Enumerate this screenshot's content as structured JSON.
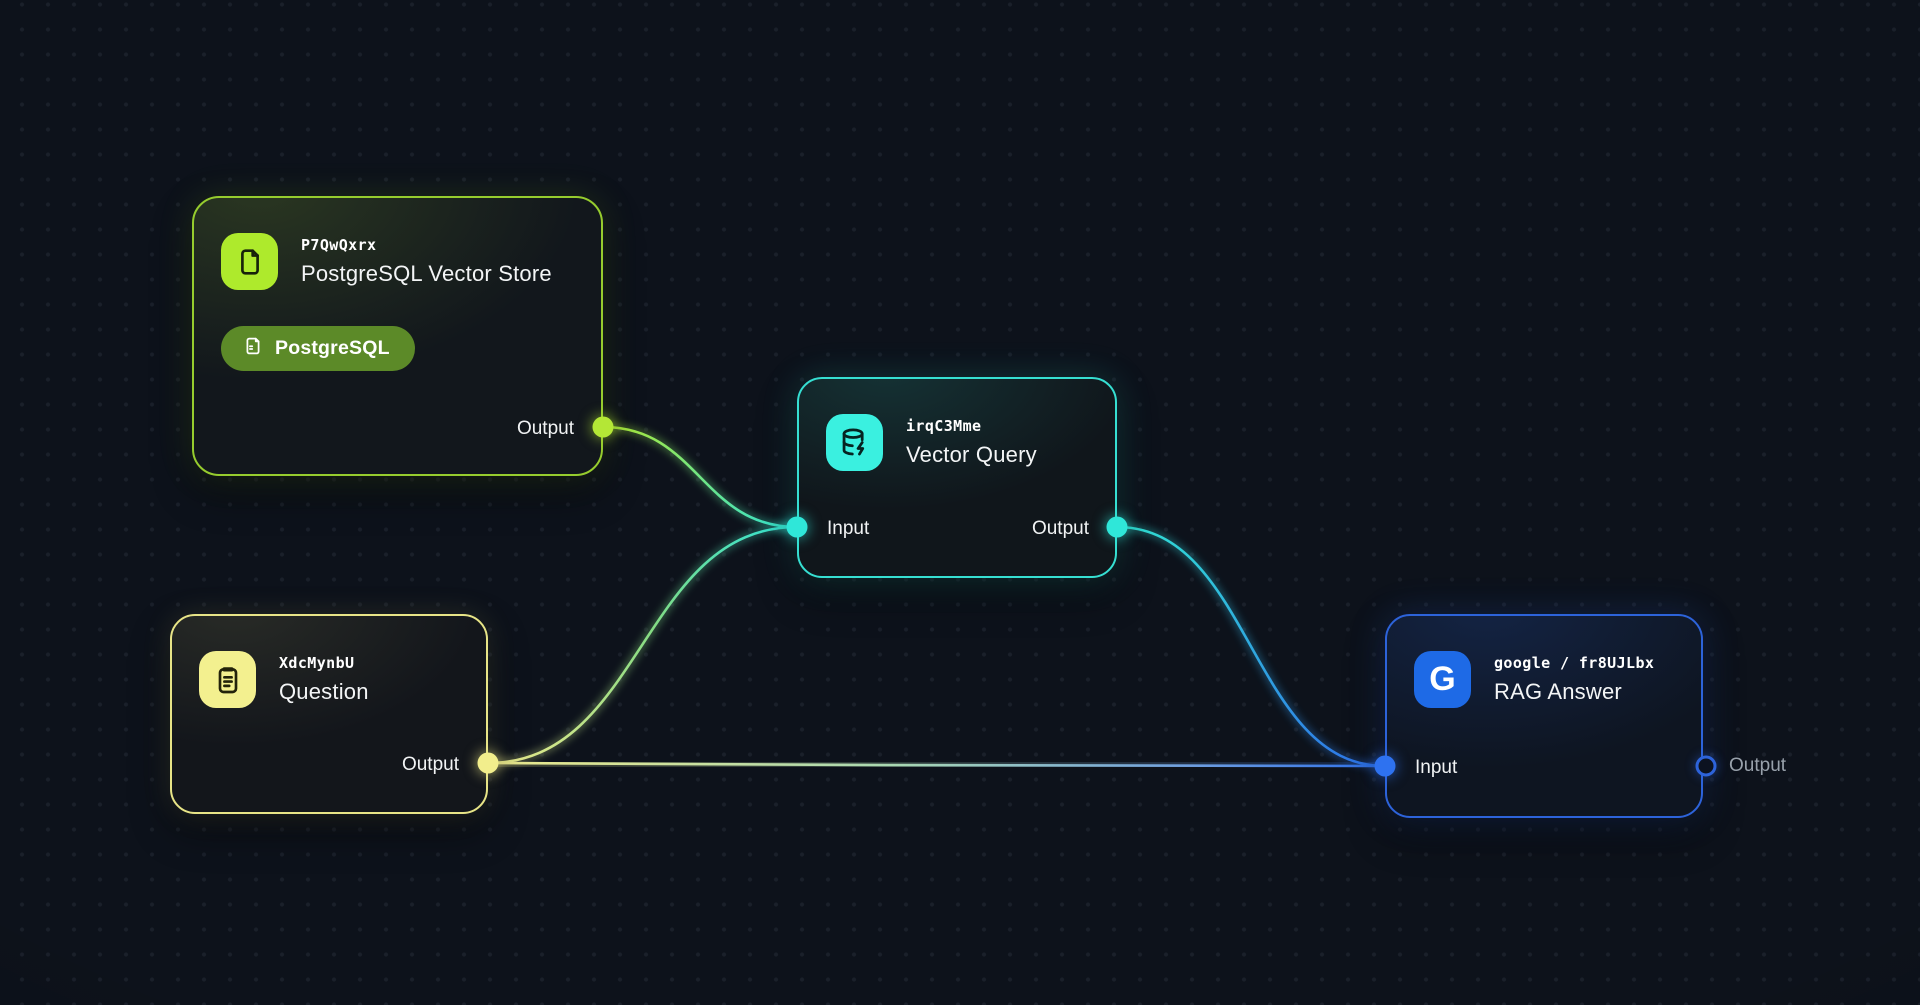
{
  "palette": {
    "background": "#0d121b",
    "lime": "#a9e433",
    "yellow": "#f0ed8e",
    "cyan": "#33e4d6",
    "blue": "#2e6fe8",
    "badge_green": "#5c8a28"
  },
  "nodes": {
    "vector_store": {
      "ref": "P7QwQxrx",
      "title": "PostgreSQL Vector Store",
      "badge_label": "PostgreSQL",
      "output_label": "Output",
      "icon": "file-icon",
      "accent": "#a9e433"
    },
    "vector_query": {
      "ref": "irqC3Mme",
      "title": "Vector Query",
      "input_label": "Input",
      "output_label": "Output",
      "icon": "database-bolt-icon",
      "accent": "#33e4d6"
    },
    "question": {
      "ref": "XdcMynbU",
      "title": "Question",
      "output_label": "Output",
      "icon": "clipboard-icon",
      "accent": "#f0ed8e"
    },
    "rag_answer": {
      "ref": "google / fr8UJLbx",
      "title": "RAG Answer",
      "input_label": "Input",
      "output_label": "Output",
      "icon": "google-g-icon",
      "g_letter": "G",
      "accent": "#2e6fe8"
    }
  },
  "edges": [
    {
      "from": "postgresql-vector-store.output",
      "to": "vector-query.input"
    },
    {
      "from": "question.output",
      "to": "vector-query.input"
    },
    {
      "from": "question.output",
      "to": "rag-answer.input"
    },
    {
      "from": "vector-query.output",
      "to": "rag-answer.input"
    }
  ]
}
